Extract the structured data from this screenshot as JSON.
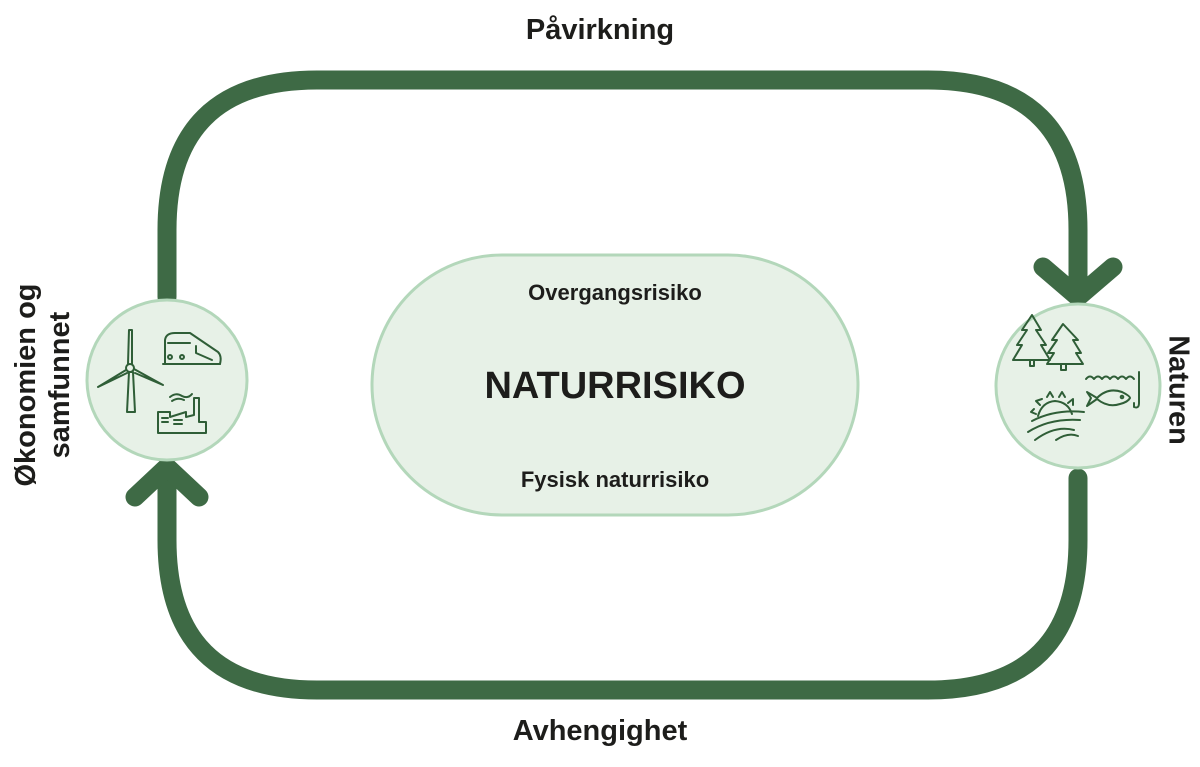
{
  "labels": {
    "top": "Påvirkning",
    "bottom": "Avhengighet",
    "left_line1": "Økonomien og",
    "left_line2": "samfunnet",
    "right": "Naturen"
  },
  "center": {
    "title": "NATURRISIKO",
    "upper": "Overgangsrisiko",
    "lower": "Fysisk naturrisiko"
  },
  "icons": {
    "left": [
      "wind-turbine-icon",
      "train-icon",
      "factory-icon"
    ],
    "right": [
      "forest-icon",
      "fish-icon",
      "sunrise-landscape-icon"
    ]
  },
  "colors": {
    "arrow": "#3e6a45",
    "circle_fill": "#e7f1e7",
    "circle_border": "#b3d7ba",
    "icon": "#2f5e37"
  }
}
